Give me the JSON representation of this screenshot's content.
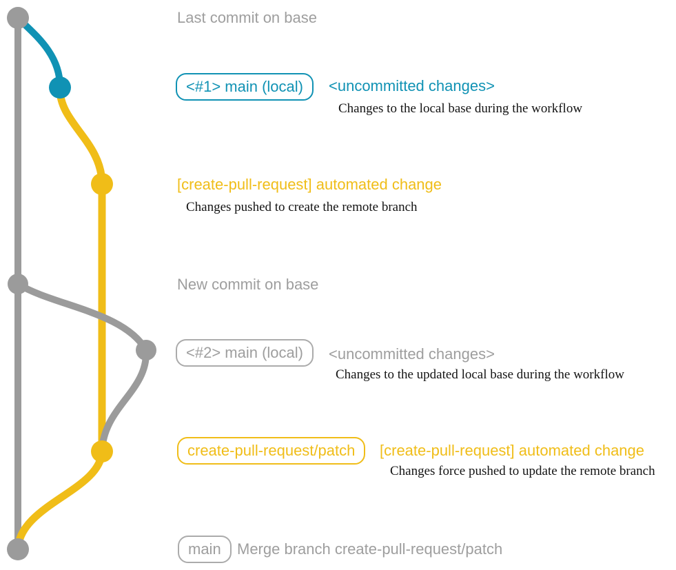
{
  "colors": {
    "base_gray_line": "#9b9b9b",
    "gray_text": "#9e9e9e",
    "local_blue": "#1092b4",
    "patch_yellow": "#f0bd18",
    "description_text": "#141414",
    "background": "#ffffff"
  },
  "annotations": {
    "top_commit": "Last commit on base",
    "local_1": {
      "badge": "<#1> main (local)",
      "title": "<uncommitted changes>",
      "description": "Changes to the local base during the workflow"
    },
    "patch_1": {
      "title": "[create-pull-request] automated change",
      "description": "Changes pushed to create the remote branch"
    },
    "new_commit": "New commit on base",
    "local_2": {
      "badge": "<#2> main (local)",
      "title": "<uncommitted changes>",
      "description": "Changes to the updated local base during the workflow"
    },
    "patch_2": {
      "badge": "create-pull-request/patch",
      "title": "[create-pull-request] automated change",
      "description": "Changes force pushed to update the remote branch"
    },
    "merge": {
      "badge": "main",
      "title": "Merge branch create-pull-request/patch"
    }
  }
}
